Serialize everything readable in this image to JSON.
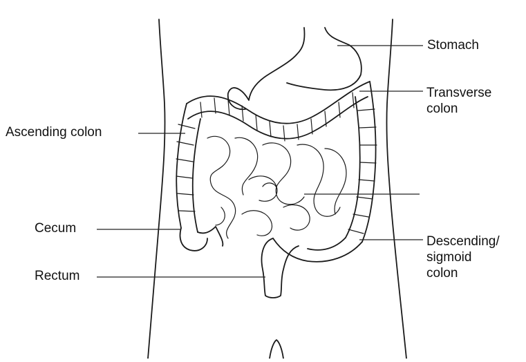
{
  "labels": {
    "stomach": "Stomach",
    "transverse_line1": "Transverse",
    "transverse_line2": "colon",
    "ascending": "Ascending colon",
    "cecum": "Cecum",
    "rectum": "Rectum",
    "descending_line1": "Descending/",
    "descending_line2": "sigmoid",
    "descending_line3": "colon"
  },
  "colors": {
    "line": "#1a1a1a",
    "background": "#ffffff"
  }
}
